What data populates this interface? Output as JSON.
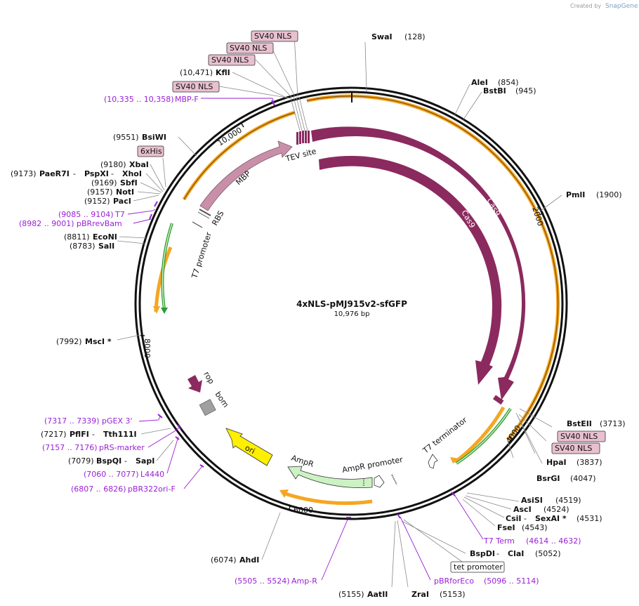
{
  "credit": {
    "prefix": "Created by",
    "brand": "SnapGene"
  },
  "plasmid": {
    "name": "4xNLS-pMJ915v2-sfGFP",
    "length": "10,976 bp"
  },
  "ticks": [
    "10,000",
    "2000",
    "4000",
    "6000",
    "8000"
  ],
  "features": {
    "cas9_outer": "Cas9",
    "cas9_inner": "Cas9",
    "mbp": "MBP",
    "tev": "TEV site",
    "rbs": "RBS",
    "t7_promoter": "T7 promoter",
    "rop": "rop",
    "bom": "bom",
    "ori": "ori",
    "ampr": "AmpR",
    "ampr_promoter": "AmpR promoter",
    "t7_terminator": "T7 terminator"
  },
  "boxes": {
    "nls1": "SV40 NLS",
    "nls2": "SV40 NLS",
    "nls3": "SV40 NLS",
    "nls4": "SV40 NLS",
    "his": "6xHis",
    "nls5": "SV40 NLS",
    "nls6": "SV40 NLS",
    "tet": "tet promoter"
  },
  "enzymes": {
    "swai": {
      "name": "SwaI",
      "pos": "(128)"
    },
    "alei": {
      "name": "AleI",
      "pos": "(854)"
    },
    "bstbi": {
      "name": "BstBI",
      "pos": "(945)"
    },
    "pmli": {
      "name": "PmlI",
      "pos": "(1900)"
    },
    "bsteii": {
      "name": "BstEII",
      "pos": "(3713)"
    },
    "hpai": {
      "name": "HpaI",
      "pos": "(3837)"
    },
    "bsrgi": {
      "name": "BsrGI",
      "pos": "(4047)"
    },
    "asisi": {
      "name": "AsiSI",
      "pos": "(4519)"
    },
    "asci": {
      "name": "AscI",
      "pos": "(4524)"
    },
    "csii": {
      "name": "CsiI",
      "sep": " - ",
      "name2": "SexAI *",
      "pos": "(4531)"
    },
    "fsei": {
      "name": "FseI",
      "pos": "(4543)"
    },
    "bspdi": {
      "name": "BspDI",
      "sep": " - ",
      "name2": "ClaI",
      "pos": "(5052)"
    },
    "zrai": {
      "name": "ZraI",
      "pos": "(5153)"
    },
    "aatii": {
      "name": "AatII",
      "pos": "(5155)"
    },
    "ahdi": {
      "name": "AhdI",
      "pos": "(6074)"
    },
    "bspqi": {
      "name": "BspQI",
      "sep": " - ",
      "name2": "SapI",
      "pos": "(7079)"
    },
    "pflfi": {
      "name": "PflFI",
      "sep": " - ",
      "name2": "Tth111I",
      "pos": "(7217)"
    },
    "msci": {
      "name": "MscI *",
      "pos": "(7992)"
    },
    "sali": {
      "name": "SalI",
      "pos": "(8783)"
    },
    "econi": {
      "name": "EcoNI",
      "pos": "(8811)"
    },
    "paci": {
      "name": "PacI",
      "pos": "(9152)"
    },
    "noti": {
      "name": "NotI",
      "pos": "(9157)"
    },
    "sbfi": {
      "name": "SbfI",
      "pos": "(9169)"
    },
    "paer7i": {
      "name": "PaeR7I",
      "sep1": " - ",
      "name2": "PspXI",
      "sep2": " - ",
      "name3": "XhoI",
      "pos": "(9173)"
    },
    "xbai": {
      "name": "XbaI",
      "pos": "(9180)"
    },
    "bsiwi": {
      "name": "BsiWI",
      "pos": "(9551)"
    },
    "kfli": {
      "name": "KflI",
      "pos": "(10,471)"
    }
  },
  "primers": {
    "mbpf": {
      "range": "(10,335 .. 10,358)",
      "name": "MBP-F"
    },
    "t7": {
      "range": "(9085 .. 9104)",
      "name": "T7"
    },
    "pbrrevbam": {
      "range": "(8982 .. 9001)",
      "name": "pBRrevBam"
    },
    "pgex3": {
      "range": "(7317 .. 7339)",
      "name": "pGEX 3'"
    },
    "prsmarker": {
      "range": "(7157 .. 7176)",
      "name": "pRS-marker"
    },
    "l4440": {
      "range": "(7060 .. 7077)",
      "name": "L4440"
    },
    "pbr322orif": {
      "range": "(6807 .. 6826)",
      "name": "pBR322ori-F"
    },
    "ampr": {
      "range": "(5505 .. 5524)",
      "name": "Amp-R"
    },
    "pbrforeco": {
      "name": "pBRforEco",
      "range": "(5096 .. 5114)"
    },
    "t7term": {
      "name": "T7 Term",
      "range": "(4614 .. 4632)"
    }
  },
  "colors": {
    "cas9": "#8b2a5e",
    "mbp": "#c98fa9",
    "nls_fill": "#e8c0cf",
    "ori": "#ffef00",
    "ampr": "#ccf2c4",
    "primer": "#9a1fd6",
    "orange": "#f5a623",
    "green": "#2e9a2e"
  }
}
